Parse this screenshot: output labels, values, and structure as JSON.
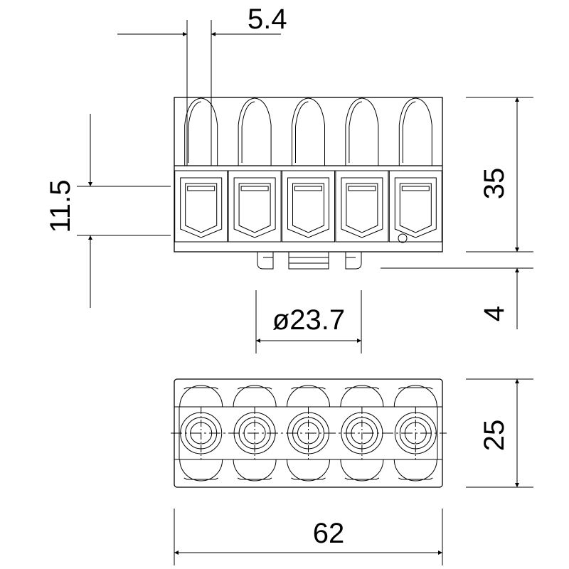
{
  "dimensions": {
    "pitch": "5.4",
    "lower_height": "11.5",
    "total_height": "35",
    "pin_height": "4",
    "diameter": "ø23.7",
    "depth": "25",
    "width": "62"
  },
  "modules_count": 5,
  "line_color": "#000000",
  "background_color": "#ffffff"
}
